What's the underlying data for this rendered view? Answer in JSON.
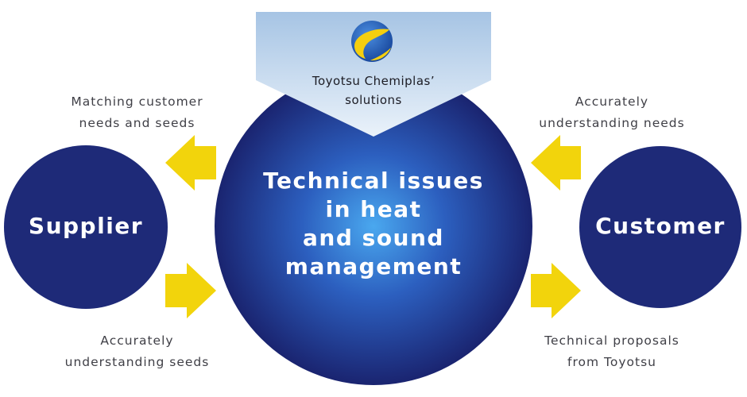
{
  "diagram": {
    "center": {
      "label": "Technical issues\nin heat\nand sound\nmanagement"
    },
    "banner": {
      "label": "Toyotsu Chemiplas’\nsolutions",
      "logo": "toyotsu-logo"
    },
    "left_node": {
      "label": "Supplier"
    },
    "right_node": {
      "label": "Customer"
    },
    "annotations": {
      "top_left": "Matching customer\nneeds and seeds",
      "bottom_left": "Accurately\nunderstanding seeds",
      "top_right": "Accurately\nunderstanding needs",
      "bottom_right": "Technical proposals\nfrom Toyotsu"
    },
    "colors": {
      "navy": "#1e2a78",
      "center_glow": "#4aa8ef",
      "center_edge": "#1a2470",
      "arrow": "#f2d40c",
      "banner_top": "#a6c4e4",
      "banner_bottom": "#eaf2fa",
      "logo_blue": "#1f5bb8",
      "logo_yellow": "#f5cf0f"
    }
  }
}
